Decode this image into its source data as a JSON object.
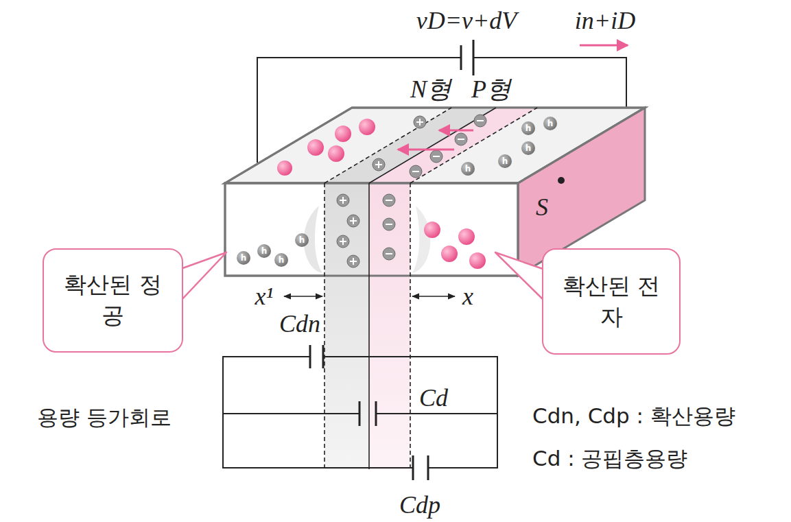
{
  "diagram": {
    "nodes": [
      {
        "text": [
          "확산된 정공"
        ]
      },
      {
        "text": [
          "확산된 전자"
        ]
      }
    ],
    "labels": [
      "vD=v+dV",
      "in+iD",
      "N형",
      "P형",
      "S",
      "h",
      "h",
      "h",
      "h",
      "h",
      "h",
      "h",
      "h",
      "h",
      "x¹",
      "x",
      "Cdn",
      "Cd",
      "Cdp",
      "용량 등가회로",
      "Cdn, Cdp : 확산용량",
      "Cd : 공핍층용량"
    ]
  }
}
